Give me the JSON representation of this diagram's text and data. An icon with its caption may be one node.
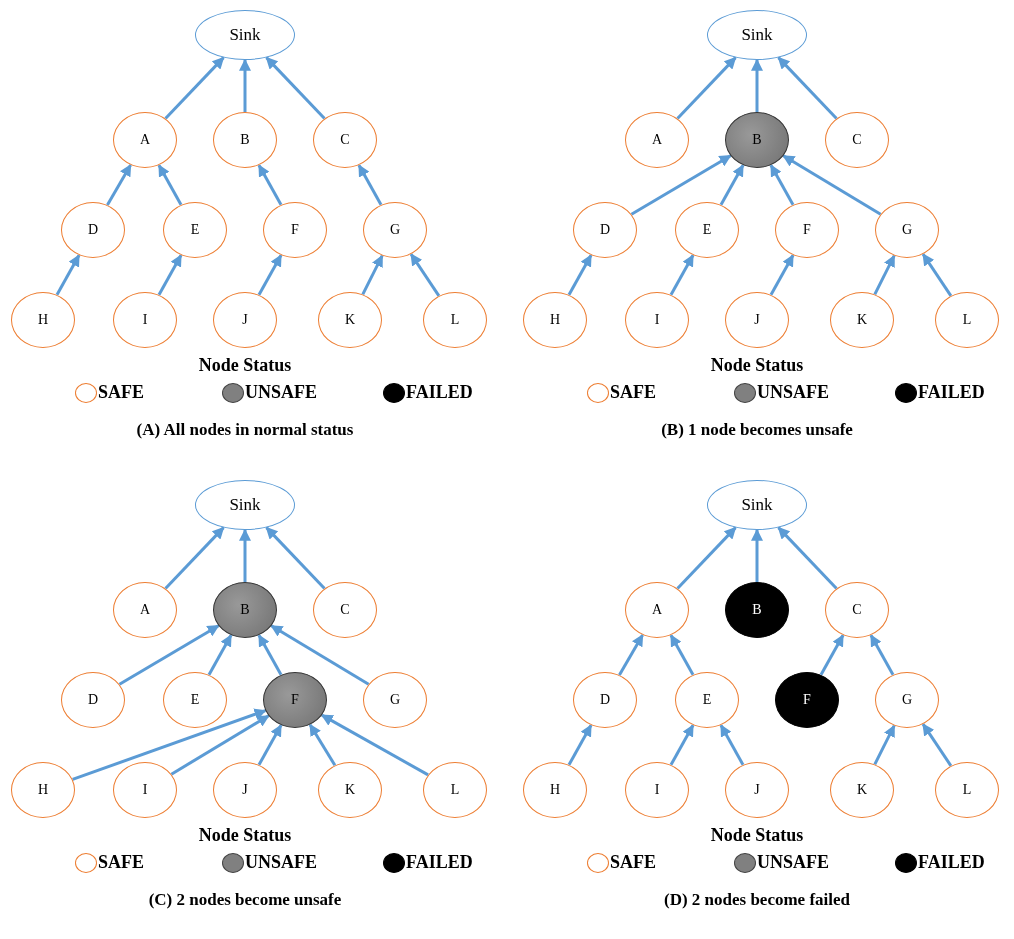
{
  "diagram": {
    "nodes": [
      {
        "text": [
          "Sink"
        ]
      },
      {
        "text": [
          "A"
        ]
      },
      {
        "text": [
          "B"
        ]
      },
      {
        "text": [
          "C"
        ]
      },
      {
        "text": [
          "D"
        ]
      },
      {
        "text": [
          "E"
        ]
      },
      {
        "text": [
          "F"
        ]
      },
      {
        "text": [
          "G"
        ]
      },
      {
        "text": [
          "H"
        ]
      },
      {
        "text": [
          "I"
        ]
      },
      {
        "text": [
          "J"
        ]
      },
      {
        "text": [
          "K"
        ]
      },
      {
        "text": [
          "L"
        ]
      },
      {
        "text": [
          "Sink"
        ]
      },
      {
        "text": [
          "A"
        ]
      },
      {
        "text": [
          "B"
        ]
      },
      {
        "text": [
          "C"
        ]
      },
      {
        "text": [
          "D"
        ]
      },
      {
        "text": [
          "E"
        ]
      },
      {
        "text": [
          "F"
        ]
      },
      {
        "text": [
          "G"
        ]
      },
      {
        "text": [
          "H"
        ]
      },
      {
        "text": [
          "I"
        ]
      },
      {
        "text": [
          "J"
        ]
      },
      {
        "text": [
          "K"
        ]
      },
      {
        "text": [
          "L"
        ]
      },
      {
        "text": [
          "Sink"
        ]
      },
      {
        "text": [
          "A"
        ]
      },
      {
        "text": [
          "B"
        ]
      },
      {
        "text": [
          "C"
        ]
      },
      {
        "text": [
          "D"
        ]
      },
      {
        "text": [
          "E"
        ]
      },
      {
        "text": [
          "F"
        ]
      },
      {
        "text": [
          "G"
        ]
      },
      {
        "text": [
          "H"
        ]
      },
      {
        "text": [
          "I"
        ]
      },
      {
        "text": [
          "J"
        ]
      },
      {
        "text": [
          "K"
        ]
      },
      {
        "text": [
          "L"
        ]
      },
      {
        "text": [
          "Sink"
        ]
      },
      {
        "text": [
          "A"
        ]
      },
      {
        "text": [
          "B"
        ]
      },
      {
        "text": [
          "C"
        ]
      },
      {
        "text": [
          "D"
        ]
      },
      {
        "text": [
          "E"
        ]
      },
      {
        "text": [
          "F"
        ]
      },
      {
        "text": [
          "G"
        ]
      },
      {
        "text": [
          "H"
        ]
      },
      {
        "text": [
          "I"
        ]
      },
      {
        "text": [
          "J"
        ]
      },
      {
        "text": [
          "K"
        ]
      },
      {
        "text": [
          "L"
        ]
      }
    ],
    "edges": [
      {
        "from": 1,
        "to": 0,
        "arrow": "to"
      },
      {
        "from": 2,
        "to": 0,
        "arrow": "to"
      },
      {
        "from": 3,
        "to": 0,
        "arrow": "to"
      },
      {
        "from": 4,
        "to": 1,
        "arrow": "to"
      },
      {
        "from": 5,
        "to": 1,
        "arrow": "to"
      },
      {
        "from": 6,
        "to": 2,
        "arrow": "to"
      },
      {
        "from": 7,
        "to": 3,
        "arrow": "to"
      },
      {
        "from": 8,
        "to": 4,
        "arrow": "to"
      },
      {
        "from": 9,
        "to": 5,
        "arrow": "to"
      },
      {
        "from": 10,
        "to": 6,
        "arrow": "to"
      },
      {
        "from": 11,
        "to": 7,
        "arrow": "to"
      },
      {
        "from": 12,
        "to": 7,
        "arrow": "to"
      },
      {
        "from": 14,
        "to": 13,
        "arrow": "to"
      },
      {
        "from": 15,
        "to": 13,
        "arrow": "to"
      },
      {
        "from": 16,
        "to": 13,
        "arrow": "to"
      },
      {
        "from": 17,
        "to": 15,
        "arrow": "to"
      },
      {
        "from": 18,
        "to": 15,
        "arrow": "to"
      },
      {
        "from": 19,
        "to": 15,
        "arrow": "to"
      },
      {
        "from": 20,
        "to": 15,
        "arrow": "to"
      },
      {
        "from": 21,
        "to": 17,
        "arrow": "to"
      },
      {
        "from": 22,
        "to": 18,
        "arrow": "to"
      },
      {
        "from": 23,
        "to": 19,
        "arrow": "to"
      },
      {
        "from": 24,
        "to": 20,
        "arrow": "to"
      },
      {
        "from": 25,
        "to": 20,
        "arrow": "to"
      },
      {
        "from": 27,
        "to": 26,
        "arrow": "to"
      },
      {
        "from": 28,
        "to": 26,
        "arrow": "to"
      },
      {
        "from": 29,
        "to": 26,
        "arrow": "to"
      },
      {
        "from": 30,
        "to": 28,
        "arrow": "to"
      },
      {
        "from": 31,
        "to": 28,
        "arrow": "to"
      },
      {
        "from": 32,
        "to": 28,
        "arrow": "to"
      },
      {
        "from": 33,
        "to": 28,
        "arrow": "to"
      },
      {
        "from": 34,
        "to": 32,
        "arrow": "to"
      },
      {
        "from": 35,
        "to": 32,
        "arrow": "to"
      },
      {
        "from": 36,
        "to": 32,
        "arrow": "to"
      },
      {
        "from": 37,
        "to": 32,
        "arrow": "to"
      },
      {
        "from": 38,
        "to": 32,
        "arrow": "to"
      },
      {
        "from": 40,
        "to": 39,
        "arrow": "to"
      },
      {
        "from": 41,
        "to": 39,
        "arrow": "to"
      },
      {
        "from": 42,
        "to": 39,
        "arrow": "to"
      },
      {
        "from": 43,
        "to": 40,
        "arrow": "to"
      },
      {
        "from": 44,
        "to": 40,
        "arrow": "to"
      },
      {
        "from": 45,
        "to": 42,
        "arrow": "to"
      },
      {
        "from": 46,
        "to": 42,
        "arrow": "to"
      },
      {
        "from": 47,
        "to": 43,
        "arrow": "to"
      },
      {
        "from": 48,
        "to": 44,
        "arrow": "to"
      },
      {
        "from": 49,
        "to": 44,
        "arrow": "to"
      },
      {
        "from": 50,
        "to": 46,
        "arrow": "to"
      },
      {
        "from": 51,
        "to": 46,
        "arrow": "to"
      }
    ],
    "labels": [
      "Node Status",
      "(A) All nodes in normal status",
      "Node Status",
      "(B) 1 node becomes unsafe",
      "Node Status",
      "(C) 2 nodes become unsafe",
      "Node Status",
      "(D) 2 nodes become failed"
    ],
    "legend": [
      {
        "text": "SAFE",
        "color": "#ffffff"
      },
      {
        "text": "UNSAFE",
        "color": "#808080"
      },
      {
        "text": "FAILED",
        "color": "#000000"
      },
      {
        "text": "SAFE",
        "color": "#ffffff"
      },
      {
        "text": "UNSAFE",
        "color": "#808080"
      },
      {
        "text": "FAILED",
        "color": "#000000"
      },
      {
        "text": "SAFE",
        "color": "#ffffff"
      },
      {
        "text": "UNSAFE",
        "color": "#808080"
      },
      {
        "text": "FAILED",
        "color": "#000000"
      },
      {
        "text": "SAFE",
        "color": "#ffffff"
      },
      {
        "text": "UNSAFE",
        "color": "#808080"
      },
      {
        "text": "FAILED",
        "color": "#000000"
      }
    ]
  }
}
